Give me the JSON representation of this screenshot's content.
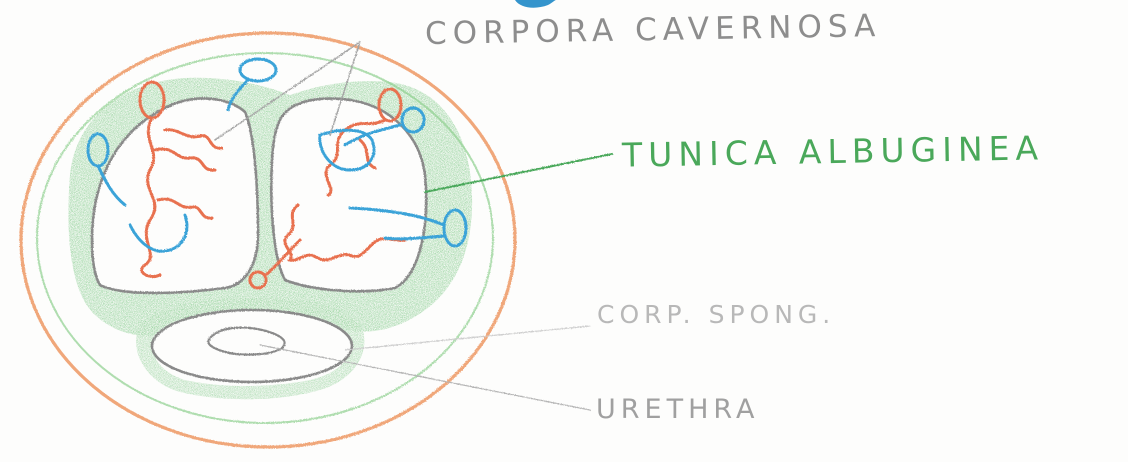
{
  "labels": {
    "corpora_cavernosa": "CORPORA CAVERNOSA",
    "tunica_albuginea": "TUNICA ALBUGINEA",
    "corpus_spongiosum": "CORP. SPONG.",
    "urethra": "URETHRA"
  },
  "colors": {
    "outer_skin": "#f0a77a",
    "tunica": "#6fc278",
    "tunica_label": "#4aa85a",
    "cavernosa_outline": "#8a8a8a",
    "arteries": "#e8714f",
    "veins": "#3aa3d8",
    "spongiosum_outline": "#8a8a8a",
    "leader_lines": "#a5a5a5"
  },
  "icons": {
    "pen_drawing": "pencil-sketch-cross-section"
  }
}
